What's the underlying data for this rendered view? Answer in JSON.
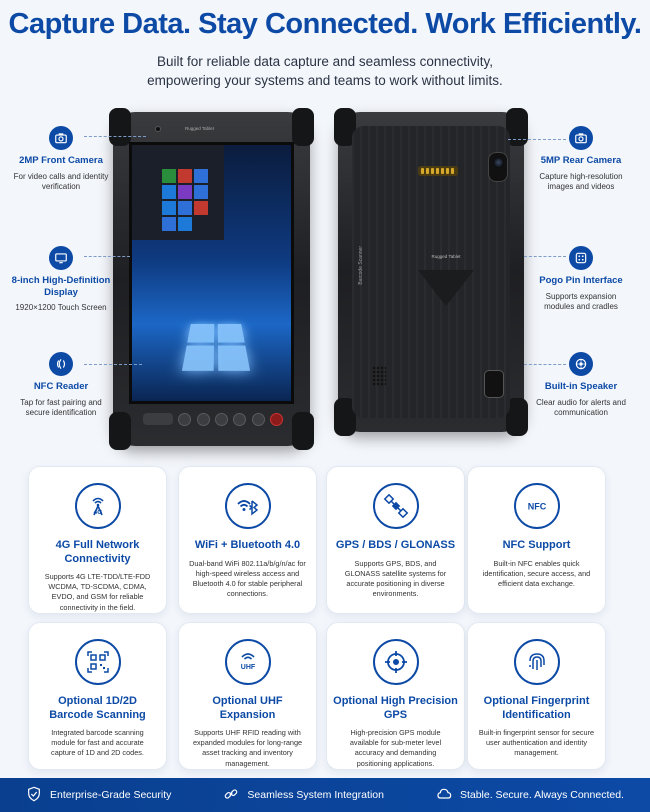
{
  "header": {
    "headline": "Capture Data. Stay Connected. Work Efficiently.",
    "subline_1": "Built for reliable data capture and seamless connectivity,",
    "subline_2": "empowering your systems and teams to work without limits."
  },
  "device": {
    "front_brand": "Rugged Tablet",
    "back_brand": "Rugged Tablet",
    "back_side_label": "Barcode Scanner"
  },
  "side_features": [
    {
      "icon": "camera-icon",
      "title": "2MP Front Camera",
      "desc": "For video calls and identity verification"
    },
    {
      "icon": "display-icon",
      "title": "8-inch High-Definition Display",
      "desc": "1920×1200 Touch Screen"
    },
    {
      "icon": "nfc-icon",
      "title": "NFC Reader",
      "desc": "Tap for fast pairing and secure identification"
    },
    {
      "icon": "camera-icon",
      "title": "5MP Rear Camera",
      "desc": "Capture high-resolution images and videos"
    },
    {
      "icon": "pogo-pin-icon",
      "title": "Pogo Pin Interface",
      "desc": "Supports expansion modules and cradles"
    },
    {
      "icon": "speaker-icon",
      "title": "Built-in Speaker",
      "desc": "Clear audio for alerts and communication"
    }
  ],
  "cards": [
    {
      "icon": "4g-signal-icon",
      "title": "4G Full Network Connectivity",
      "desc": "Supports 4G LTE-TDD/LTE-FDD WCDMA, TD-SCDMA, CDMA, EVDO, and GSM for reliable connectivity in the field."
    },
    {
      "icon": "wifi-bluetooth-icon",
      "title": "WiFi + Bluetooth 4.0",
      "desc": "Dual-band WiFi 802.11a/b/g/n/ac for high-speed wireless access and Bluetooth 4.0 for stable peripheral connections."
    },
    {
      "icon": "satellite-icon",
      "title": "GPS / BDS / GLONASS",
      "desc": "Supports GPS, BDS, and GLONASS satellite systems for accurate positioning in diverse environments."
    },
    {
      "icon": "nfc-icon",
      "title": "NFC Support",
      "desc": "Built-in NFC enables quick identification, secure access, and efficient data exchange."
    },
    {
      "icon": "barcode-icon",
      "title": "Optional 1D/2D Barcode Scanning",
      "desc": "Integrated barcode scanning module for fast and accurate capture of 1D and 2D codes."
    },
    {
      "icon": "uhf-icon",
      "title": "Optional UHF Expansion",
      "desc": "Supports UHF RFID reading with expanded modules for long-range asset tracking and inventory management."
    },
    {
      "icon": "target-icon",
      "title": "Optional High Precision GPS",
      "desc": "High-precision GPS module available for sub-meter level accuracy and demanding positioning applications."
    },
    {
      "icon": "fingerprint-icon",
      "title": "Optional Fingerprint Identification",
      "desc": "Built-in fingerprint sensor for secure user authentication and identity management."
    }
  ],
  "icon_labels": {
    "four_g": "4G",
    "nfc": "NFC",
    "uhf": "UHF"
  },
  "footer": [
    {
      "icon": "shield-icon",
      "label": "Enterprise-Grade Security"
    },
    {
      "icon": "link-icon",
      "label": "Seamless System Integration"
    },
    {
      "icon": "cloud-icon",
      "label": "Stable. Secure. Always Connected."
    }
  ],
  "colors": {
    "accent": "#0c4aa6",
    "background": "#f3f6fb",
    "footer": "#0c4aa6"
  }
}
